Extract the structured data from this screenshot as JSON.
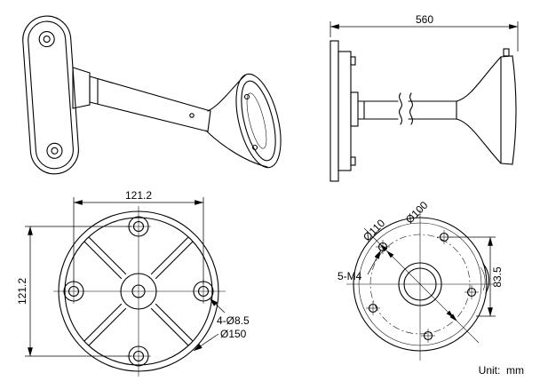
{
  "page": {
    "unit_label": "Unit:  mm"
  },
  "colors": {
    "line": "#000000",
    "background": "#ffffff"
  },
  "views": {
    "perspective": {
      "title": "bracket-perspective-view"
    },
    "side": {
      "dim_overall_length": "560"
    },
    "base_plate": {
      "dim_width": "121.2",
      "dim_height": "121.2",
      "label_mount_holes": "4-Ø8.5",
      "label_outer_diameter": "Ø150"
    },
    "junction_box": {
      "label_circle_100": "Ø100",
      "label_circle_110": "Ø110",
      "label_thread_holes": "5-M4",
      "dim_height": "83.5"
    }
  }
}
